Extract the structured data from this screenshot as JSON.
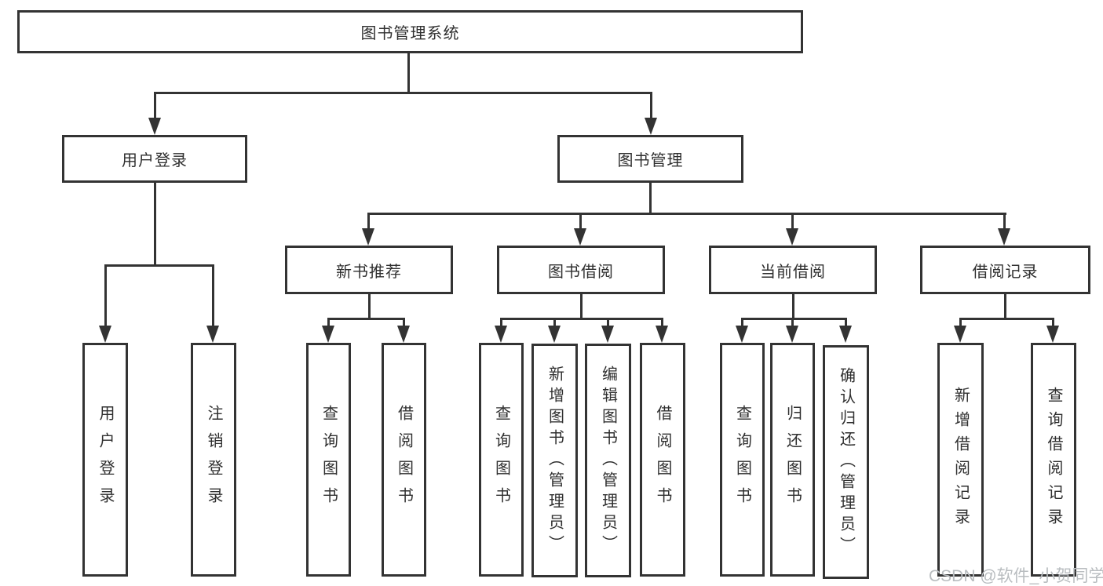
{
  "watermark": "CSDN @软件_小贺同学",
  "colors": {
    "line": "#333333",
    "text": "#2f2f2f",
    "watermark": "#b9bdc0",
    "background": "#ffffff"
  },
  "tree": {
    "root": {
      "label": "图书管理系统"
    },
    "branches": [
      {
        "label": "用户登录",
        "children": [
          {
            "label": "用户登录"
          },
          {
            "label": "注销登录"
          }
        ]
      },
      {
        "label": "图书管理",
        "children": [
          {
            "label": "新书推荐",
            "children": [
              {
                "label": "查询图书"
              },
              {
                "label": "借阅图书"
              }
            ]
          },
          {
            "label": "图书借阅",
            "children": [
              {
                "label": "查询图书"
              },
              {
                "label": "新增图书（管理员）"
              },
              {
                "label": "编辑图书（管理员）"
              },
              {
                "label": "借阅图书"
              }
            ]
          },
          {
            "label": "当前借阅",
            "children": [
              {
                "label": "查询图书"
              },
              {
                "label": "归还图书"
              },
              {
                "label": "确认归还（管理员）"
              }
            ]
          },
          {
            "label": "借阅记录",
            "children": [
              {
                "label": "新增借阅记录"
              },
              {
                "label": "查询借阅记录"
              }
            ]
          }
        ]
      }
    ]
  }
}
